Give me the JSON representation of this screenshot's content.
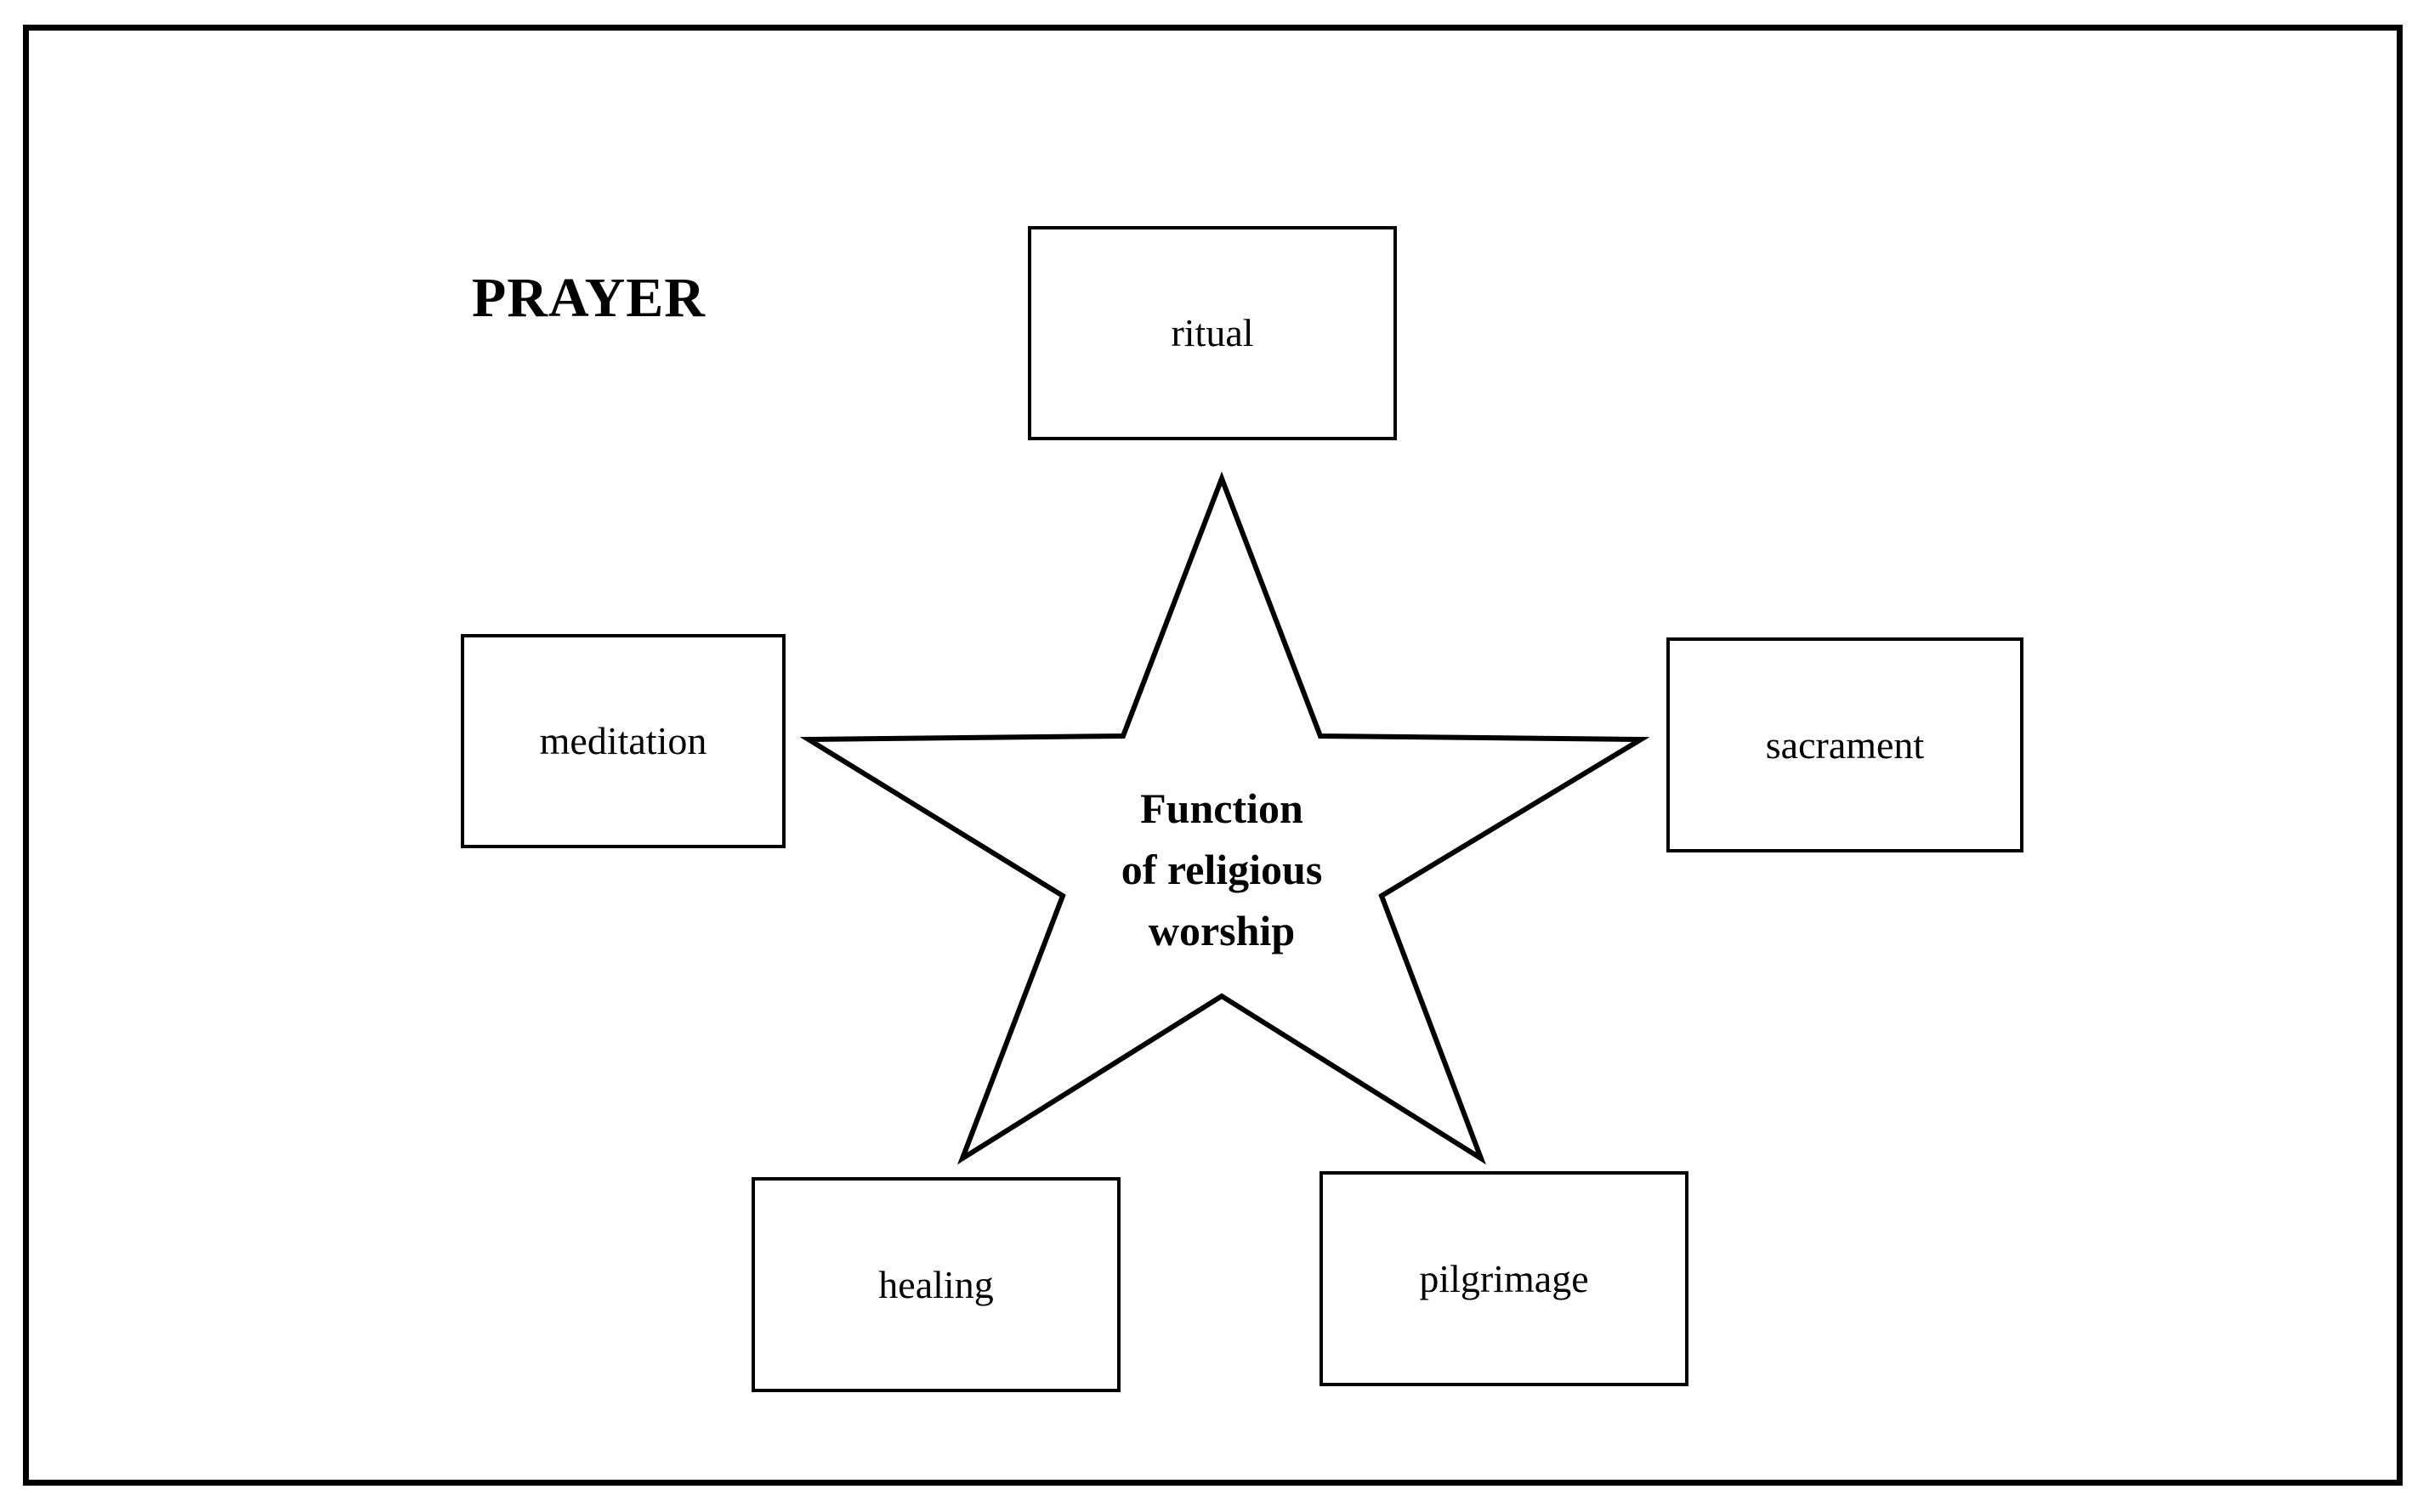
{
  "diagram": {
    "title": "PRAYER",
    "center": {
      "lines": [
        "Function",
        "of religious",
        "worship"
      ]
    },
    "nodes": {
      "ritual": "ritual",
      "meditation": "meditation",
      "sacrament": "sacrament",
      "healing": "healing",
      "pilgrimage": "pilgrimage"
    },
    "colors": {
      "stroke": "#000000",
      "background": "#ffffff"
    }
  }
}
